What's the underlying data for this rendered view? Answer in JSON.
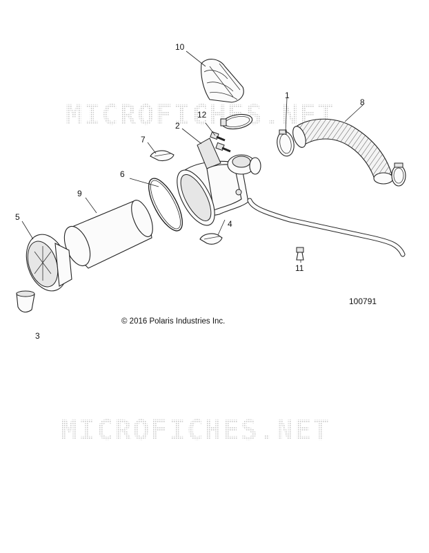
{
  "watermark_text": "MICROFICHES.NET",
  "copyright": "© 2016 Polaris Industries Inc.",
  "document_number": "100791",
  "callouts": [
    "1",
    "2",
    "3",
    "4",
    "5",
    "6",
    "7",
    "8",
    "9",
    "10",
    "11",
    "12"
  ]
}
